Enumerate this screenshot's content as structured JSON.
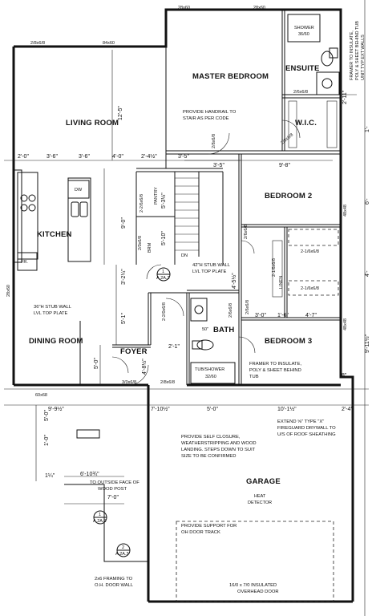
{
  "rooms": {
    "master_bedroom": "MASTER BEDROOM",
    "ensuite": "ENSUITE",
    "wic": "W.I.C.",
    "living_room": "LIVING ROOM",
    "kitchen": "KITCHEN",
    "bedroom2": "BEDROOM 2",
    "bedroom3": "BEDROOM 3",
    "bath": "BATH",
    "dining_room": "DINING ROOM",
    "foyer": "FOYER",
    "garage": "GARAGE",
    "pantry": "PANTRY",
    "brm": "BRM",
    "linen": "LINEN"
  },
  "fixtures": {
    "shower": "SHOWER",
    "shower_size": "36/60",
    "tub_shower": "TUB/SHOWER",
    "tub_size": "32/60",
    "dw": "DW",
    "fr": "FR.",
    "heat_detector_1": "HEAT",
    "heat_detector_2": "DETECTOR",
    "dn": "DN",
    "bath_50": "50\""
  },
  "notes": {
    "handrail_1": "PROVIDE HANDRAIL TO",
    "handrail_2": "STAIR AS PER CODE",
    "stub_wall_1": "42\"H STUB WALL",
    "stub_wall_2": "LVL TOP PLATE",
    "stub_36_1": "36\"H STUB WALL",
    "stub_36_2": "LVL TOP PLATE",
    "framer_ins_1": "FRAMER TO INSULATE,",
    "framer_ins_2": "POLY & SHEET BEHIND",
    "framer_ins_3": "TUB",
    "framer_right_1": "FRAMER TO INSULATE,",
    "framer_right_2": "POLY & SHEET BEHIND TUB",
    "framer_right_3": "UNIT TYP EXT WALLS",
    "firewall_1": "EXTEND ⅝\" TYPE \"X\"",
    "firewall_2": "FIREGUARD DRYWALL TO",
    "firewall_3": "U/S OF ROOF SHEATHING",
    "closure_1": "PROVIDE SELF CLOSURE,",
    "closure_2": "WEATHERSTRIPPING AND WOOD",
    "closure_3": "LANDING. STEPS DOWN TO SUIT",
    "closure_4": "SIZE TO BE CONFIRMED",
    "outside_face_1": "TO OUTSIDE FACE OF",
    "outside_face_2": "WOOD POST",
    "support_1": "PROVIDE SUPPORT FOR",
    "support_2": "OH DOOR TRACK",
    "framing_1": "2x6 FRAMING TO",
    "framing_2": "O.H. DOOR WALL",
    "door_1": "16/0 x 7/0 INSULATED",
    "door_2": "OVERHEAD DOOR"
  },
  "doors": {
    "d_28x60_a": "28x60",
    "d_28x60_b": "28x60",
    "d_84x60": "84x60",
    "d_2_8x6_8_top": "2/8x6/8",
    "d_2_6x6_8_ens": "2/6x6/8",
    "d_2_6x6_8_wic": "2/6x6/8",
    "d_2_8x6_8_mb": "2/8x6/8",
    "d_2_2_6x6_8_pantry": "2-2/6x6/8",
    "d_2_0x6_8_brm": "2/0x6/8",
    "d_2_6x6_8_bed2": "2/6x6/8",
    "d_2_1_6x6_8_a": "2-1/6x6/8",
    "d_2_1_6x6_8_b": "2-1/6x6/8",
    "d_2_1_6x6_8_linen": "2-1/6x6/8",
    "d_2_6x6_8_bath": "2/6x6/8",
    "d_2_6x6_8_bed3": "2/6x6/8",
    "d_2_0x6_8_closet": "2-2/0x6/8",
    "d_2_8x6_8_bath": "2/8x6/8",
    "d_3_0x6_8": "3/0x6/8",
    "d_28x60_left": "28x60",
    "d_60x68": "60x68",
    "d_48x48_a": "48x48",
    "d_48x48_b": "48x48"
  },
  "dims": {
    "d_2_0": "2'-0\"",
    "d_3_6a": "3'-6\"",
    "d_3_6b": "3'-6\"",
    "d_4_0": "4'-0\"",
    "d_2_4h": "2'-4½\"",
    "d_3_5a": "3'-5\"",
    "d_3_5b": "3'-5\"",
    "d_9_8": "9'-8\"",
    "d_12_5": "12'-5\"",
    "d_9_0": "9'-0\"",
    "d_3_2q": "3'-2¼\"",
    "d_5_1": "5'-1\"",
    "d_5_0": "5'-0\"",
    "d_4_8h": "4'-8½\"",
    "d_2_1": "2'-1\"",
    "d_5_3h": "5'-3½\"",
    "d_5_10": "5'-10\"",
    "d_4_5h": "4'-5½\"",
    "d_3_0": "3'-0\"",
    "d_1_6": "1'-6\"",
    "d_4_7": "4'-7\"",
    "d_9_9h": "9'-9½\"",
    "d_7_10h": "7'-10½\"",
    "d_5_0b": "5'-0\"",
    "d_10_1h": "10'-1½\"",
    "d_2_4": "2'-4\"",
    "d_8": "8\"",
    "d_5_0c": "5'-0\"",
    "d_1_0": "1'-0\"",
    "d_1q": "1¼\"",
    "d_6_10t": "6'-10¾\"",
    "d_7_0": "7'-0\"",
    "d_2_11": "2'-11\"",
    "e_1": "1'-",
    "e_2": "6'-",
    "e_3": "4'-",
    "e_4": "9'-11½\""
  },
  "section_markers": {
    "m1_top": "1",
    "m1_bottom": "A.2A.2",
    "m2_top": "1",
    "m2_bottom": "A.2A.2",
    "m3_top": "2",
    "m3_bottom": "A.2A.3"
  }
}
